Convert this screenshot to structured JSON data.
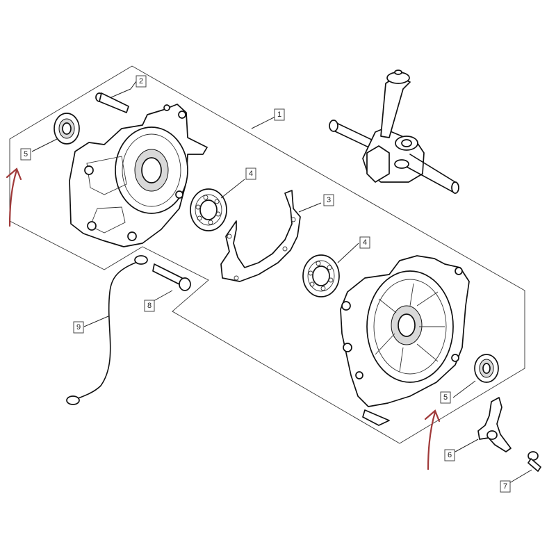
{
  "callouts": {
    "c1": "1",
    "c2": "2",
    "c3": "3",
    "c4a": "4",
    "c4b": "4",
    "c5a": "5",
    "c5b": "5",
    "c6": "6",
    "c7": "7",
    "c8": "8",
    "c9": "9"
  },
  "colors": {
    "line": "#111111",
    "arrow": "#a03a3a",
    "background": "#ffffff"
  }
}
